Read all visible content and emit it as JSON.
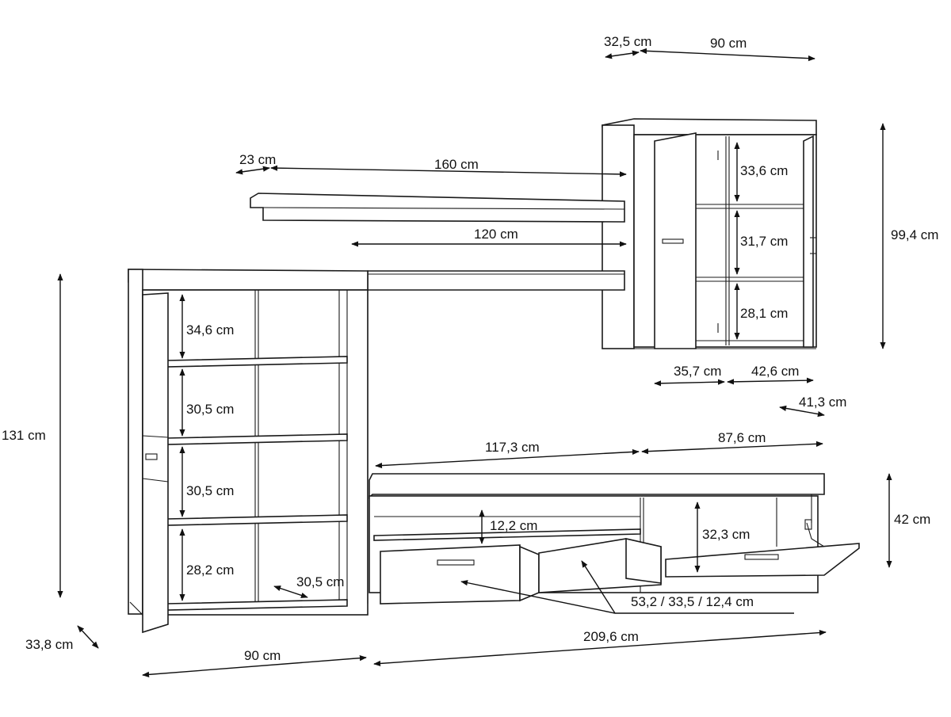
{
  "dimensions": {
    "wall_depth": "32,5 cm",
    "wall_width": "90 cm",
    "shelf_depth": "23 cm",
    "shelf_long": "160 cm",
    "shelf_short": "120 cm",
    "wall_height": "99,4 cm",
    "wall_c1": "33,6 cm",
    "wall_c2": "31,7 cm",
    "wall_c3": "28,1 cm",
    "wall_w_left": "35,7 cm",
    "wall_w_right": "42,6 cm",
    "wall_inner_depth": "41,3 cm",
    "tall_height": "131 cm",
    "tall_c1": "34,6 cm",
    "tall_c2": "30,5 cm",
    "tall_c3": "30,5 cm",
    "tall_c4": "28,2 cm",
    "tall_inner_depth": "30,5 cm",
    "tall_depth": "33,8 cm",
    "tall_width": "90 cm",
    "tv_left": "117,3 cm",
    "tv_right": "87,6 cm",
    "tv_height": "42 cm",
    "tv_open_shelf": "12,2 cm",
    "tv_compartment": "32,3 cm",
    "drawer_dims": "53,2 / 33,5 / 12,4 cm",
    "tv_width": "209,6 cm"
  }
}
